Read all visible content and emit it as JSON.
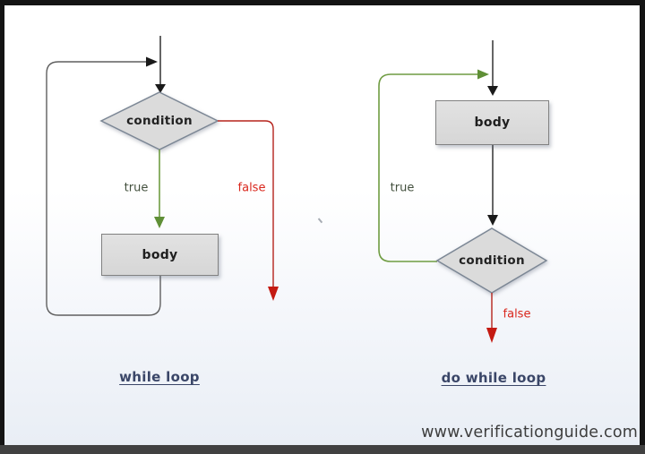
{
  "page": {
    "footer": "www.verificationguide.com"
  },
  "colors": {
    "flow_line": "#3f3f3f",
    "loop_line": "#5f5f5f",
    "arrow_black": "#1a1a1a",
    "true_path_green": "#6f9c42",
    "green_arrow": "#5f8f36",
    "false_path_red": "#b5231c",
    "red_arrow": "#c41a12",
    "node_fill": "#dbdbdb",
    "rect_border": "#818181",
    "diamond_border": "#7c8795",
    "title_blue": "#3a4668",
    "true_label_color": "#43503e",
    "false_label_color": "#d9261c",
    "footer_color": "#3d3d3d"
  },
  "diagrams": [
    {
      "id": "while-loop",
      "title": "while loop",
      "nodes": {
        "condition": "condition",
        "body": "body"
      },
      "edges": {
        "true_label": "true",
        "false_label": "false"
      }
    },
    {
      "id": "do-while-loop",
      "title": "do while loop",
      "nodes": {
        "condition": "condition",
        "body": "body"
      },
      "edges": {
        "true_label": "true",
        "false_label": "false"
      }
    }
  ]
}
